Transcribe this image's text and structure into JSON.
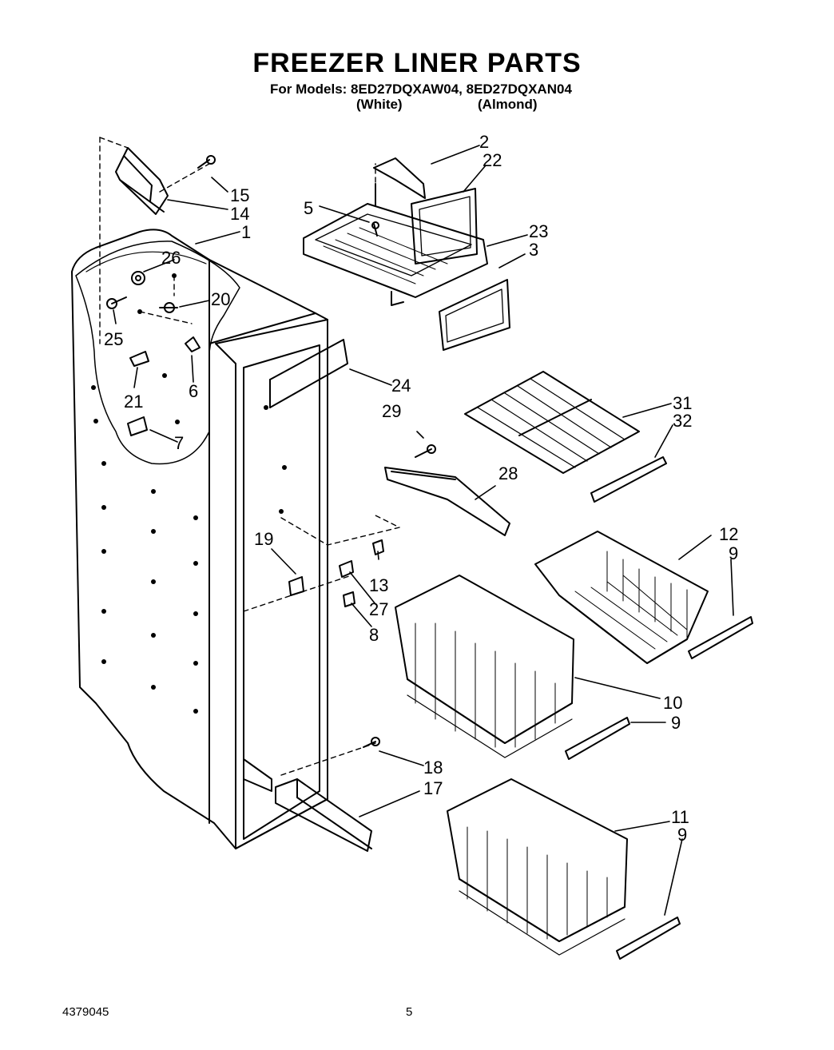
{
  "header": {
    "title": "FREEZER LINER PARTS",
    "models_line": "For Models: 8ED27DQXAW04, 8ED27DQXAN04",
    "color_white": "(White)",
    "color_almond": "(Almond)"
  },
  "footer": {
    "doc_number": "4379045",
    "page_number": "5"
  },
  "callouts": [
    "1",
    "2",
    "3",
    "5",
    "6",
    "7",
    "8",
    "9",
    "10",
    "11",
    "12",
    "13",
    "14",
    "15",
    "17",
    "18",
    "19",
    "20",
    "21",
    "22",
    "23",
    "24",
    "25",
    "26",
    "27",
    "28",
    "29",
    "31",
    "32"
  ],
  "labels": {
    "l1": "1",
    "l2": "2",
    "l3": "3",
    "l5": "5",
    "l6": "6",
    "l7": "7",
    "l8": "8",
    "l9a": "9",
    "l9b": "9",
    "l9c": "9",
    "l10": "10",
    "l11": "11",
    "l12": "12",
    "l13": "13",
    "l14": "14",
    "l15": "15",
    "l17": "17",
    "l18": "18",
    "l19": "19",
    "l20": "20",
    "l21": "21",
    "l22": "22",
    "l23": "23",
    "l24": "24",
    "l25": "25",
    "l26": "26",
    "l27": "27",
    "l28": "28",
    "l29": "29",
    "l31": "31",
    "l32": "32"
  }
}
